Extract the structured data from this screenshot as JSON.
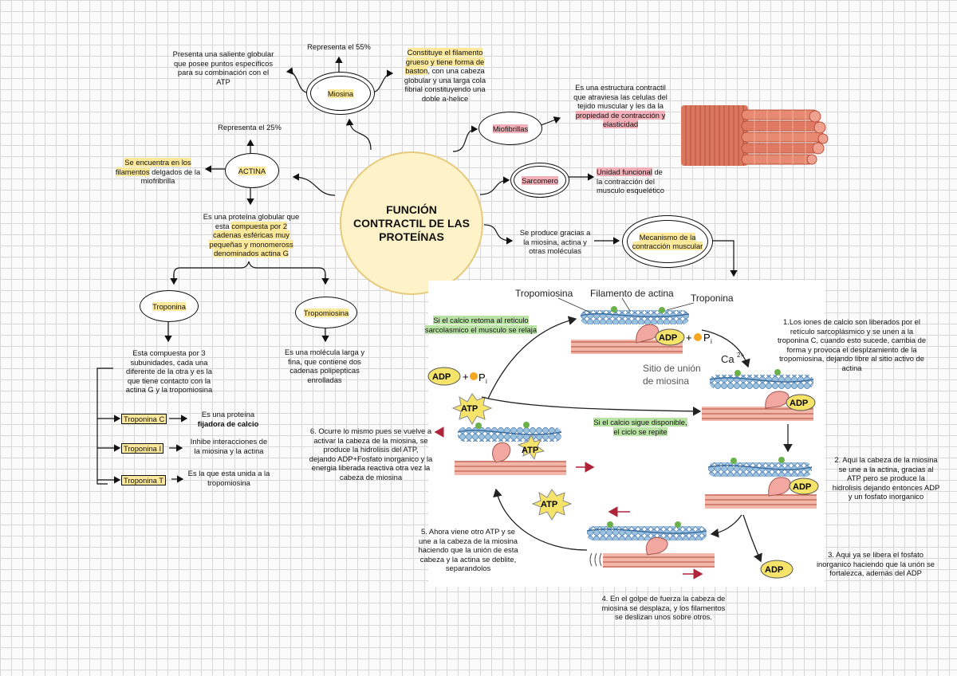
{
  "center_title": [
    "FUNCIÓN",
    "CONTRACTIL DE LAS",
    "PROTEÍNAS"
  ],
  "miosina": {
    "label": "Miosina",
    "percent": "Representa el 55%",
    "left_text": [
      "Presenta una saliente globular",
      "que posee puntos específicos",
      "para su combinación con el",
      "ATP"
    ],
    "right_text_hl": [
      "Constituye el filamento",
      "grueso y tiene forma de",
      "baston"
    ],
    "right_text_rest": [
      ", con una cabeza",
      "globular y una larga cola",
      "fibrial constituyendo una",
      "doble a-helice"
    ]
  },
  "actina": {
    "label": "ACTINA",
    "percent": "Representa el 25%",
    "left_hl": [
      "Se encuentra en los",
      "filamentos"
    ],
    "left_rest": [
      " delgados de la",
      "miofribrilla"
    ],
    "below_line1": "Es una proteína globular que",
    "below_line2_pre": "esta ",
    "below_line2_hl": "compuesta por 2",
    "below_hl_rest": [
      "cadenas esféricas muy",
      "pequeñas y monomeross",
      "denominados actina G"
    ]
  },
  "troponina": {
    "label": "Troponina",
    "text": [
      "Esta compuesta por 3",
      "subunidades, cada una",
      "diferente de la otra y es la",
      "que tiene contacto con la",
      "actina G y la tropomiosina"
    ],
    "c_label": "Troponina C",
    "c_text1": "Es una proteína",
    "c_text2": "fijadora de calcio",
    "i_label": "Troponina I",
    "i_text": [
      "Inhibe interacciones de",
      "la miosina y la actina"
    ],
    "t_label": "Troponina T",
    "t_text": [
      "Es la que esta unida a la",
      "tropomiosina"
    ]
  },
  "tropomiosina": {
    "label": "Tropomiosina",
    "text": [
      "Es una molécula larga y",
      "fina, que contiene dos",
      "cadenas polipepticas",
      "enrolladas"
    ]
  },
  "miofibrillas": {
    "label": "Miofibrillas",
    "text_plain": [
      "Es una estructura contractil",
      "que atraviesa las celulas del",
      "tejido muscular y les da la"
    ],
    "text_hl": [
      "propiedad de contracción y",
      "elasticidad"
    ]
  },
  "sarcomero": {
    "label": "Sarcomero",
    "hl": "Unidad funcional",
    "rest1": " de",
    "rest": [
      "la contracción del",
      "musculo esquelético"
    ]
  },
  "mecanismo": {
    "label": [
      "Mecanismo de la",
      "contracción muscular"
    ],
    "pre_text": [
      "Se produce gracias a",
      "la miosina, actina y",
      "otras moléculas"
    ]
  },
  "cycle": {
    "fig_labels": {
      "tropomiosina": "Tropomiosina",
      "filamento": "Filamento de actina",
      "troponina": "Troponina",
      "ca": "Ca",
      "ca_sup": "2+",
      "sitio": [
        "Sitio de unión",
        "de miosina"
      ],
      "adp": "ADP",
      "atp": "ATP",
      "pi": "P",
      "pi_sub": "i",
      "plus": "+"
    },
    "green1": [
      "Si el calcio retoma al reticulo",
      "sarcolasmico el musculo se relaja"
    ],
    "green2": [
      "Si el calcio sigue disponible,",
      "el ciclo se repite"
    ],
    "step1": [
      "1.Los iones de calcio son liberados por el",
      "retículo sarcoplásmico y se unen a la",
      "troponina C, cuando esto sucede, cambia de",
      "forma y provoca el desplzamiento de la",
      "tropomiosina, dejando libre al sitio activo de",
      "actina"
    ],
    "step2": [
      "2. Aqui la cabeza de la miosina",
      "se une a la actina, gracias al",
      "ATP pero se produce la",
      "hidrolisis dejando entonces ADP",
      "y un fosfato inorganico"
    ],
    "step3": [
      "3. Aqui ya se libera el fosfato",
      "inorganico haciendo que la unón se",
      "fortalezca, además del ADP"
    ],
    "step4": [
      "4. En el golpe de fuerza la cabeza de",
      "miosina se desplaza, y los filamentos",
      "se deslizan unos sobre otros."
    ],
    "step5": [
      "5. Ahora viene otro ATP y se",
      "une a la cabeza de la miosina",
      "haciendo que la unión de esta",
      "cabeza y la actina se deblite,",
      "separandolos"
    ],
    "step6": [
      "6. Ocurre lo mismo pues se vuelve a",
      "activar la cabeza de la miosina, se",
      "produce la hidrolisis del ATP,",
      "dejando ADP+Fosfato inorganico y la",
      "energia liberada reactiva otra vez la",
      "cabeza de miosina"
    ]
  },
  "colors": {
    "highlight_yellow": "#fbe89a",
    "highlight_red": "#f3b0b8",
    "highlight_green": "#b9e3a4",
    "center_fill": "#fdf2c8",
    "center_border": "#e6c97a",
    "muscle": "#d9785e",
    "filament_blue": "#8fb6d8",
    "myosin_pink": "#f2a7a0",
    "adp_yellow": "#f6e36a",
    "arrow_red": "#b0243a"
  }
}
